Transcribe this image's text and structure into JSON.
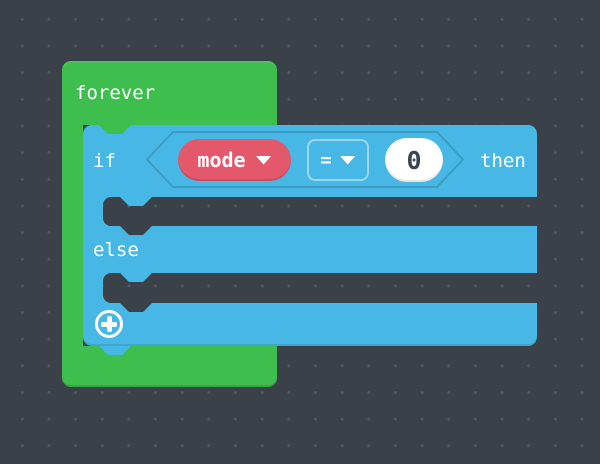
{
  "canvas": {
    "background_color": "#3A4148",
    "dot_color": "#505860"
  },
  "palette": {
    "loops_green": "#3EBE4D",
    "logic_blue": "#47B8E5",
    "variables_red": "#E4586B",
    "number_text": "#3C4452"
  },
  "forever_block": {
    "label": "forever"
  },
  "if_block": {
    "if_label": "if",
    "then_label": "then",
    "else_label": "else",
    "condition": {
      "variable_field": {
        "value": "mode"
      },
      "operator_field": {
        "value": "="
      },
      "number_field": {
        "value": "0"
      }
    }
  }
}
